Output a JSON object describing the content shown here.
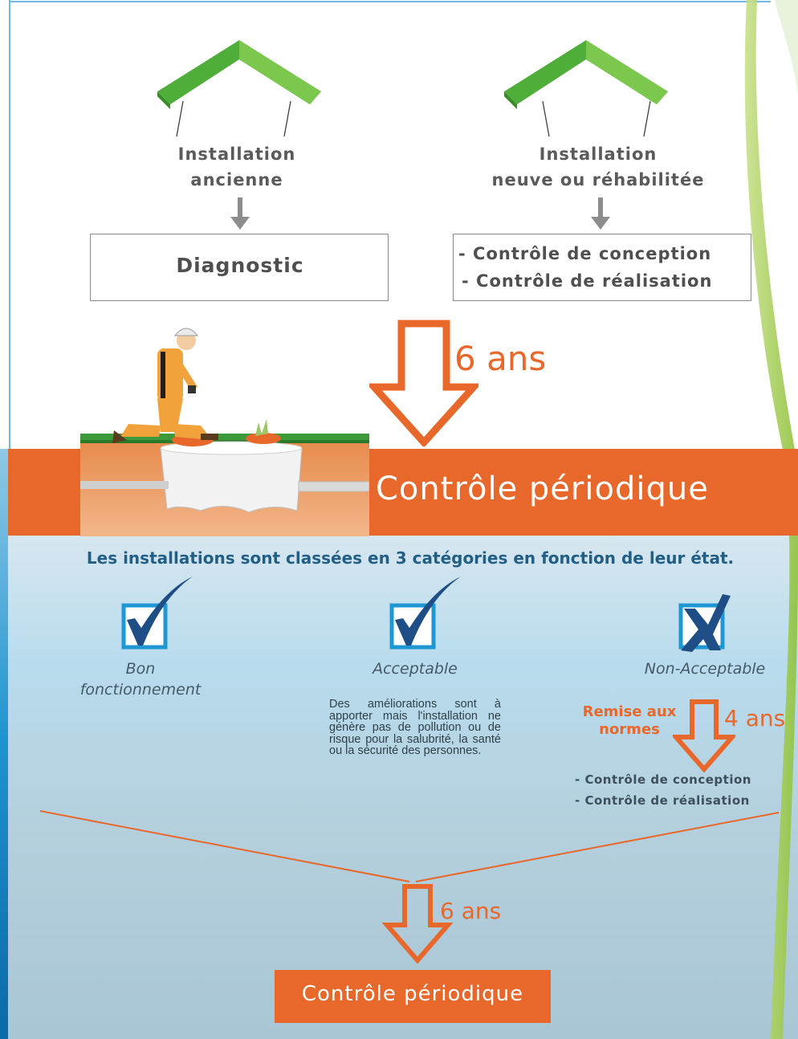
{
  "top_left": {
    "label_line1": "Installation",
    "label_line2": "ancienne",
    "box": "Diagnostic"
  },
  "top_right": {
    "label_line1": "Installation",
    "label_line2": "neuve ou réhabilitée",
    "box_line1": "- Contrôle de conception",
    "box_line2": "- Contrôle de réalisation"
  },
  "first_interval": "6 ans",
  "main_title": "Contrôle périodique",
  "intro": "Les installations sont classées en 3 catégories en fonction de leur état.",
  "categories": [
    {
      "label_line1": "Bon",
      "label_line2": "fonctionnement",
      "icon": "checkmark"
    },
    {
      "label": "Acceptable",
      "icon": "checkmark",
      "desc": "Des améliorations sont à apporter mais l'installation ne génère pas de pollution ou de risque pour la salubrité, la santé ou la sécurité des personnes."
    },
    {
      "label": "Non-Acceptable",
      "icon": "cross"
    }
  ],
  "remise": {
    "line1": "Remise aux",
    "line2": "normes",
    "interval": "4 ans",
    "control1": "- Contrôle de conception",
    "control2": "- Contrôle de réalisation"
  },
  "second_interval": "6 ans",
  "bottom_title": "Contrôle périodique",
  "colors": {
    "orange": "#e8682b",
    "blue_text": "#225f86",
    "green_roof": "#4fae3a",
    "check_blue": "#1f4e86"
  }
}
